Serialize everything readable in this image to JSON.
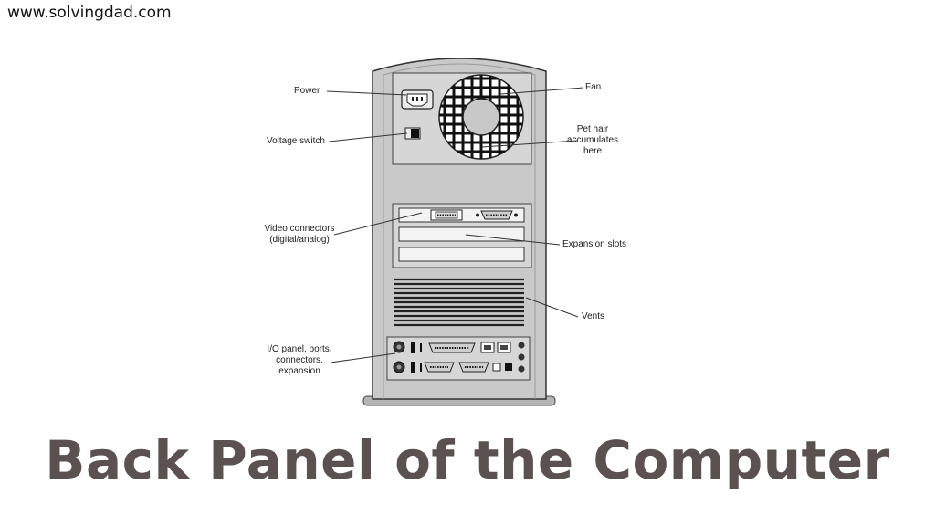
{
  "site": {
    "url": "www.solvingdad.com"
  },
  "title": "Back Panel of the Computer",
  "labels": {
    "power": "Power",
    "voltage_switch": "Voltage switch",
    "video_connectors_line1": "Video connectors",
    "video_connectors_line2": "(digital/analog)",
    "io_line1": "I/O panel, ports,",
    "io_line2": "connectors,",
    "io_line3": "expansion",
    "fan": "Fan",
    "pet_hair_line1": "Pet hair",
    "pet_hair_line2": "accumulates",
    "pet_hair_line3": "here",
    "expansion_slots": "Expansion slots",
    "vents": "Vents"
  },
  "colors": {
    "title": "#5b5151",
    "case_body": "#c9c9c9",
    "panel": "#d4d4d4",
    "outline": "#333333"
  }
}
